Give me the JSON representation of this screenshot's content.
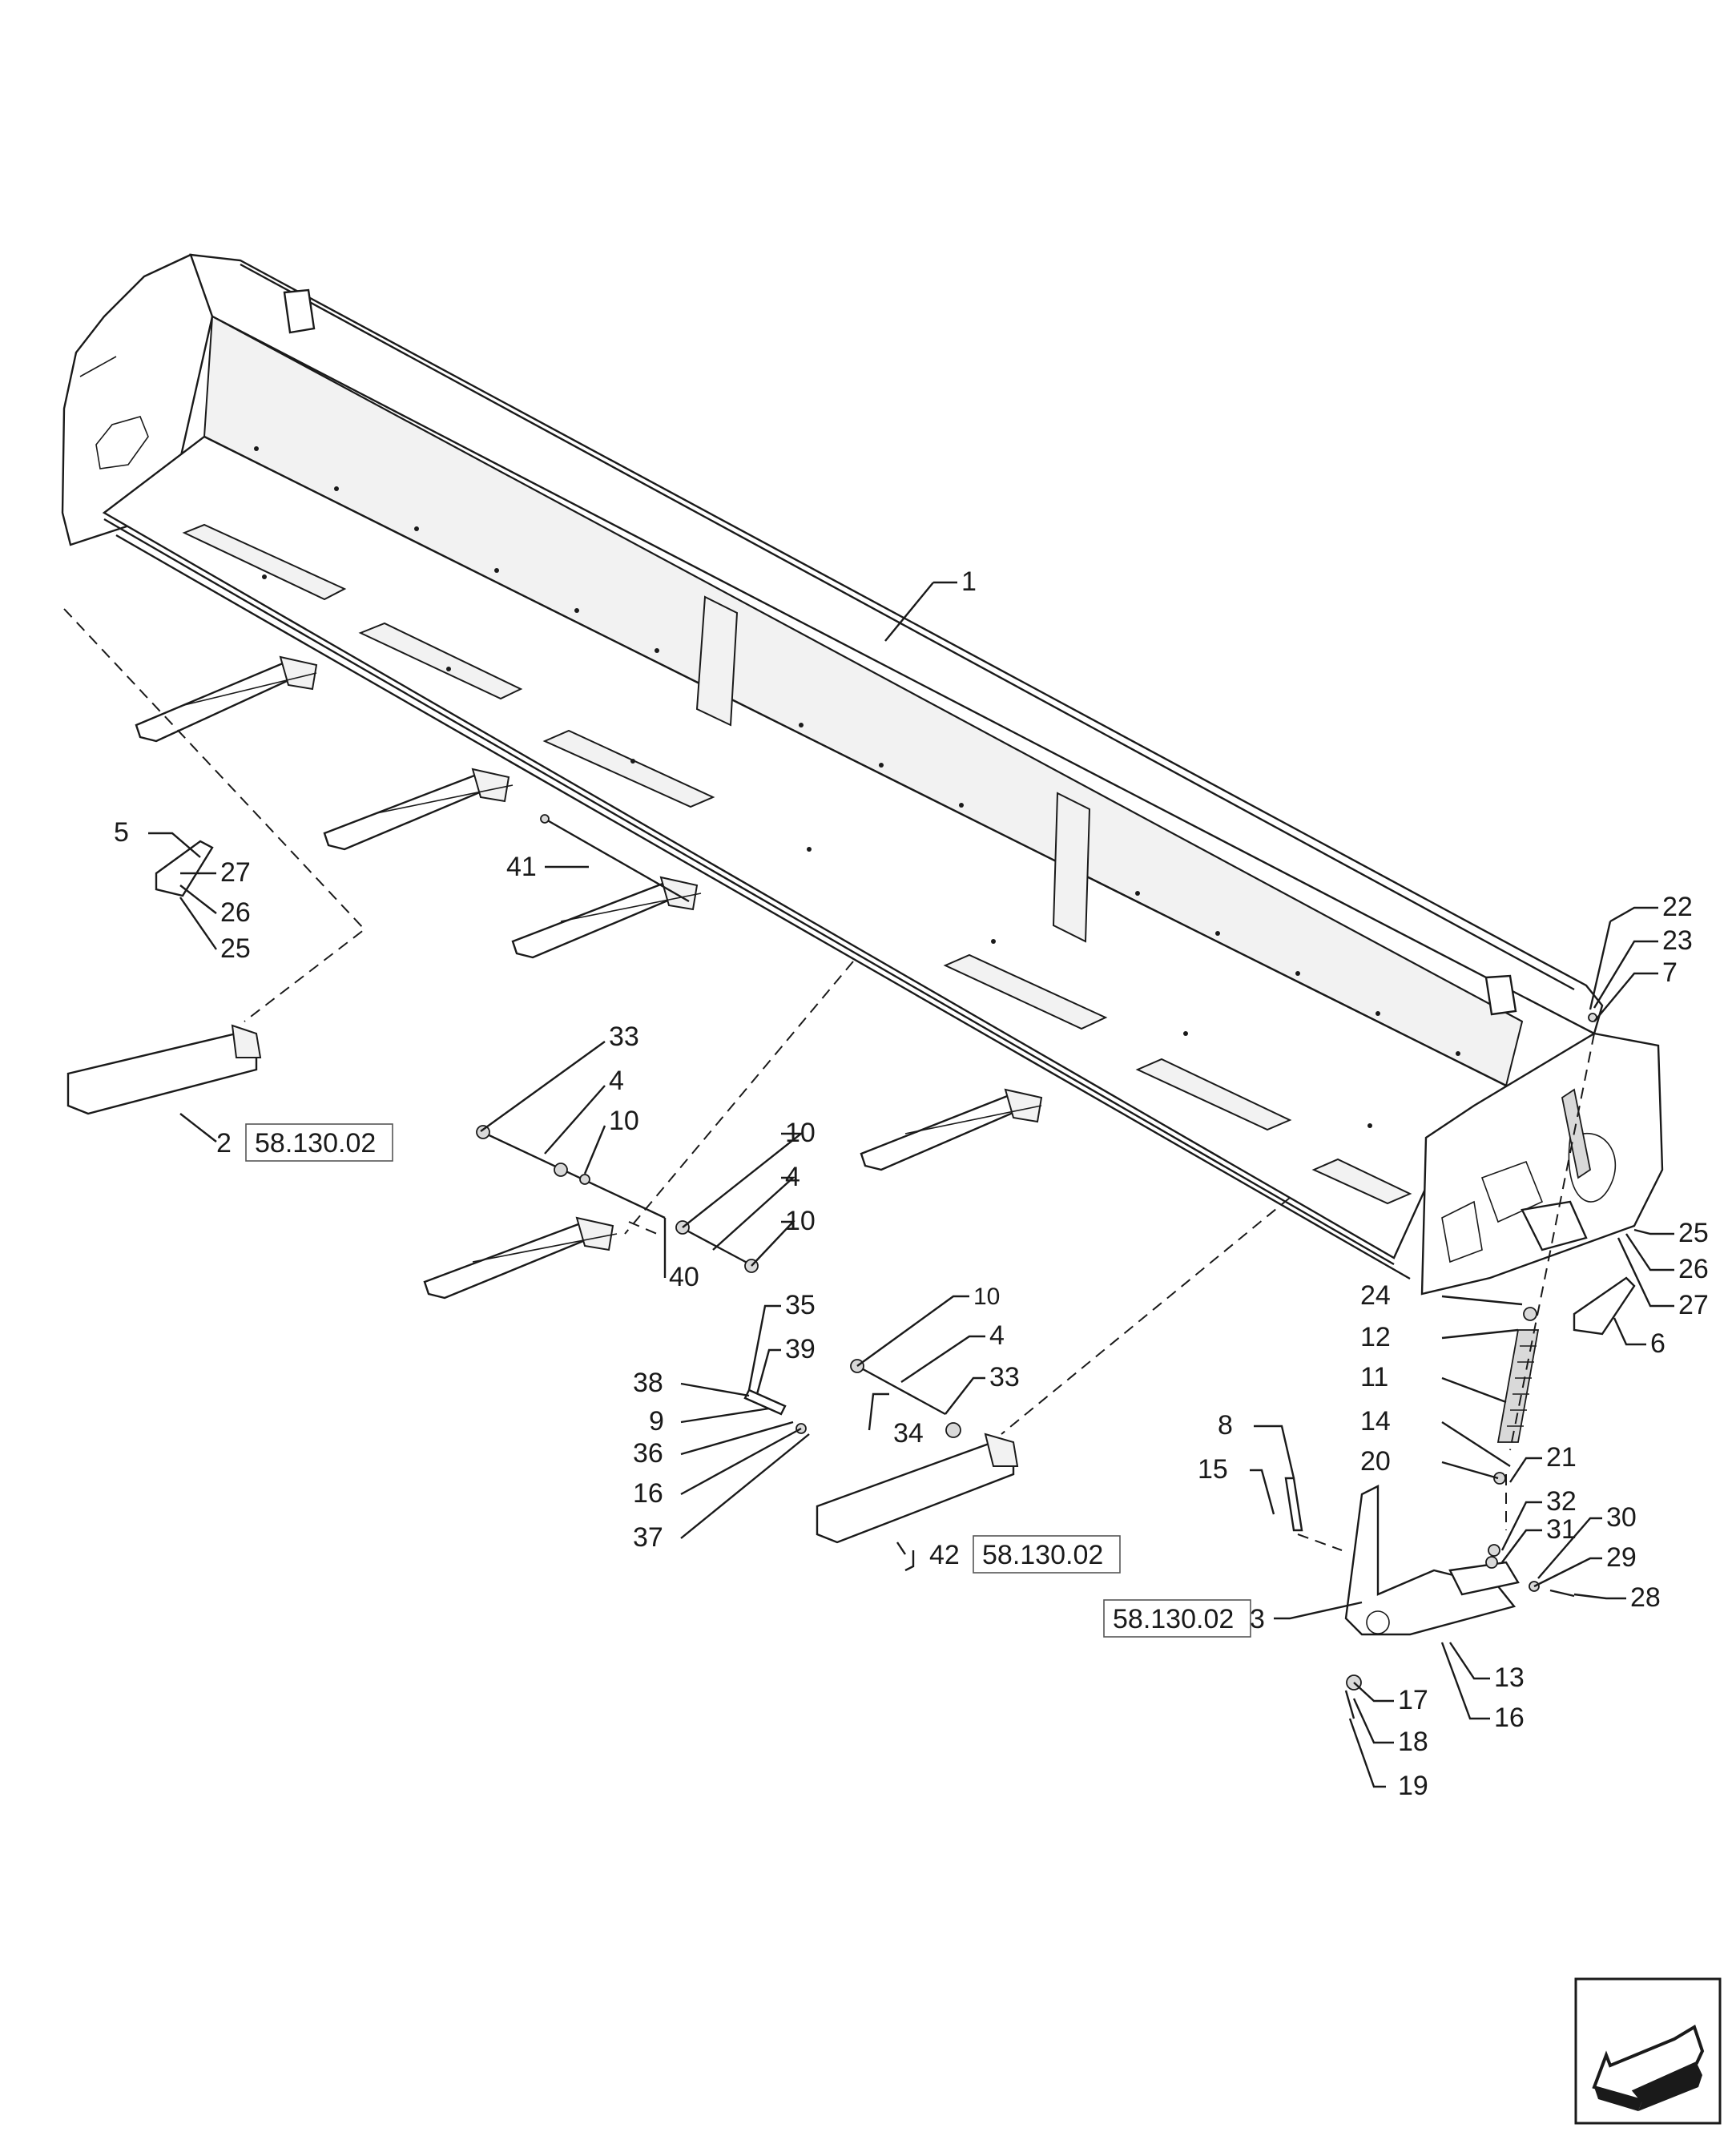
{
  "callouts": {
    "c1": "1",
    "c2": "2",
    "c3": "3",
    "c4a": "4",
    "c4b": "4",
    "c4c": "4",
    "c5": "5",
    "c6": "6",
    "c7": "7",
    "c8": "8",
    "c9": "9",
    "c10a": "10",
    "c10b": "10",
    "c10c": "10",
    "c10d": "10",
    "c11": "11",
    "c12": "12",
    "c13": "13",
    "c14": "14",
    "c15": "15",
    "c16a": "16",
    "c16b": "16",
    "c17": "17",
    "c18": "18",
    "c19": "19",
    "c20": "20",
    "c21": "21",
    "c22": "22",
    "c23": "23",
    "c24": "24",
    "c25a": "25",
    "c25b": "25",
    "c26a": "26",
    "c26b": "26",
    "c27a": "27",
    "c27b": "27",
    "c28": "28",
    "c29": "29",
    "c30": "30",
    "c31": "31",
    "c32": "32",
    "c33a": "33",
    "c33b": "33",
    "c34": "34",
    "c35": "35",
    "c36": "36",
    "c37": "37",
    "c38": "38",
    "c39": "39",
    "c40": "40",
    "c41": "41",
    "c42": "42"
  },
  "references": {
    "ref_2": "58.130.02",
    "ref_42": "58.130.02",
    "ref_3": "58.130.02"
  },
  "nav": {
    "icon": "previous-page-arrow-icon"
  }
}
